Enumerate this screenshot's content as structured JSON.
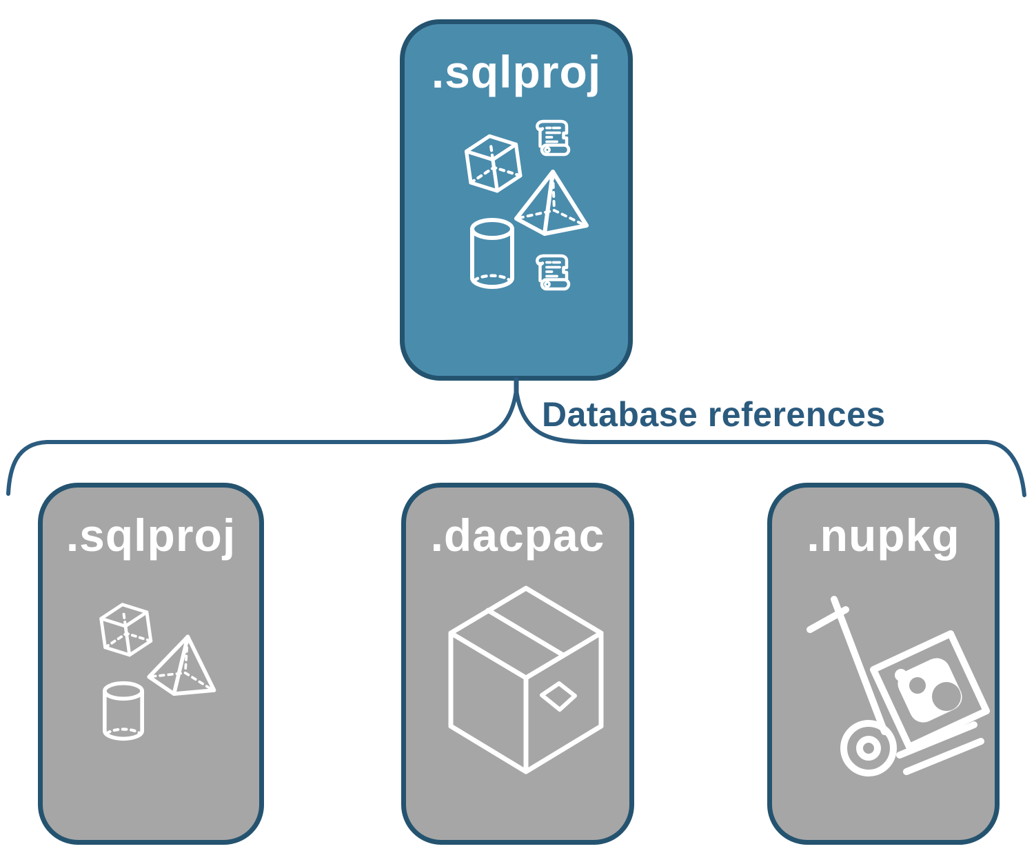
{
  "diagram": {
    "connector_label": "Database references",
    "root_node": {
      "label": ".sqlproj",
      "icons": [
        "cube-icon",
        "script-scroll-icon",
        "pyramid-icon",
        "cylinder-icon",
        "script-scroll-icon"
      ]
    },
    "child_nodes": [
      {
        "label": ".sqlproj",
        "icons": [
          "cube-icon",
          "pyramid-icon",
          "cylinder-icon"
        ]
      },
      {
        "label": ".dacpac",
        "icons": [
          "package-box-icon"
        ]
      },
      {
        "label": ".nupkg",
        "icons": [
          "nuget-hand-truck-icon"
        ]
      }
    ],
    "colors": {
      "root_node_fill": "#4A8CAC",
      "child_node_fill": "#A6A6A6",
      "node_border": "#24536F",
      "brace_line": "#2B5B7E",
      "connector_label_text": "#2B5B7E",
      "icon_stroke": "#FFFFFF",
      "background": "#FFFFFF"
    }
  }
}
